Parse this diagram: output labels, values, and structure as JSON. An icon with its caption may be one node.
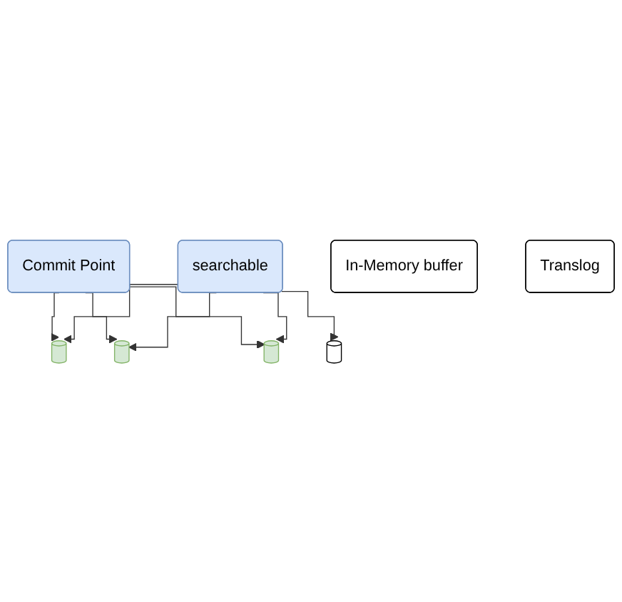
{
  "diagram": {
    "nodes": [
      {
        "text": [
          "Commit Point"
        ]
      },
      {
        "text": [],
        "shape": "cylinder"
      },
      {
        "text": [],
        "shape": "cylinder"
      },
      {
        "text": [],
        "shape": "cylinder"
      },
      {
        "text": [],
        "shape": "cylinder"
      },
      {
        "text": [
          "searchable"
        ]
      },
      {
        "text": [
          "In-Memory buffer"
        ]
      },
      {
        "text": [
          "Translog"
        ]
      }
    ],
    "edges": [
      {
        "from": 0,
        "to": 1,
        "arrow": "to"
      },
      {
        "from": 0,
        "to": 2,
        "arrow": "to"
      },
      {
        "from": 0,
        "to": 3,
        "arrow": "to"
      },
      {
        "from": 5,
        "to": 1,
        "arrow": "to"
      },
      {
        "from": 5,
        "to": 2,
        "arrow": "to"
      },
      {
        "from": 5,
        "to": 3,
        "arrow": "to"
      },
      {
        "from": 5,
        "to": 4,
        "arrow": "to"
      }
    ]
  }
}
